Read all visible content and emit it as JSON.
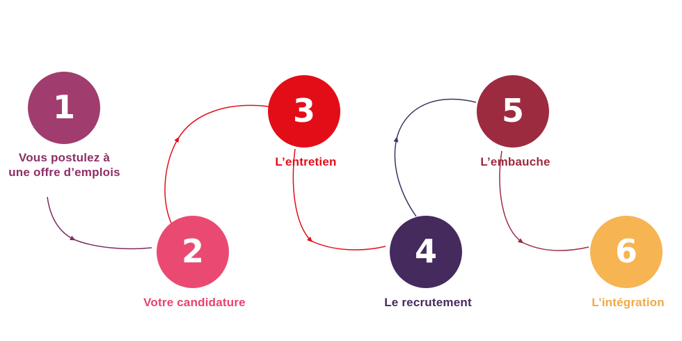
{
  "process": {
    "steps": [
      {
        "number": "1",
        "label": "Vous postulez à\nune offre d’emplois",
        "circle_color": "#a13d6e",
        "label_color": "#8c2f66"
      },
      {
        "number": "2",
        "label": "Votre candidature",
        "circle_color": "#ea4a72",
        "label_color": "#e8436e"
      },
      {
        "number": "3",
        "label": "L’entretien",
        "circle_color": "#e30d17",
        "label_color": "#e30d17"
      },
      {
        "number": "4",
        "label": "Le recrutement",
        "circle_color": "#452a5e",
        "label_color": "#452a5e"
      },
      {
        "number": "5",
        "label": "L’embauche",
        "circle_color": "#9c2b40",
        "label_color": "#9c2b40"
      },
      {
        "number": "6",
        "label": "L’intégration",
        "circle_color": "#f7b452",
        "label_color": "#f3a943"
      }
    ],
    "arrows": [
      {
        "from": "1",
        "to": "2",
        "color": "#7b2d62"
      },
      {
        "from": "2",
        "to": "3",
        "color": "#e30d17"
      },
      {
        "from": "3",
        "to": "4",
        "color": "#e30d17"
      },
      {
        "from": "4",
        "to": "5",
        "color": "#3e3160"
      },
      {
        "from": "5",
        "to": "6",
        "color": "#9c2b40"
      }
    ]
  }
}
